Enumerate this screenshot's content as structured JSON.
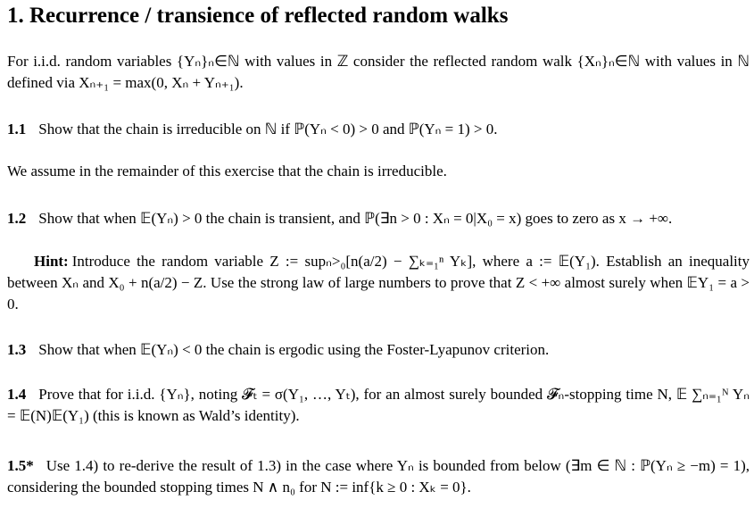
{
  "title": "1. Recurrence / transience of reflected random walks",
  "intro": "For i.i.d. random variables {Yₙ}ₙ∈ℕ with values in ℤ consider the reflected random walk {Xₙ}ₙ∈ℕ with values in ℕ defined via Xₙ₊₁ = max(0, Xₙ + Yₙ₊₁).",
  "items": [
    {
      "num": "1.1",
      "text": "Show that the chain is irreducible on ℕ if ℙ(Yₙ < 0) > 0 and ℙ(Yₙ = 1) > 0."
    },
    {
      "num": "1.2",
      "text": "Show that when 𝔼(Yₙ) > 0 the chain is transient, and ℙ(∃n > 0 : Xₙ = 0|X₀ = x) goes to zero as x → +∞."
    },
    {
      "num": "1.3",
      "text": "Show that when 𝔼(Yₙ) < 0 the chain is ergodic using the Foster-Lyapunov criterion."
    },
    {
      "num": "1.4",
      "text": "Prove that for i.i.d. {Yₙ}, noting 𝓕ₜ = σ(Y₁, …, Yₜ), for an almost surely bounded 𝓕ₙ-stopping time N, 𝔼 ∑ₙ₌₁ᴺ Yₙ = 𝔼(N)𝔼(Y₁) (this is known as Wald’s identity)."
    },
    {
      "num": "1.5*",
      "text": "Use 1.4) to re-derive the result of 1.3) in the case where Yₙ is bounded from below (∃m ∈ ℕ : ℙ(Yₙ ≥ −m) = 1), considering the bounded stopping times N ∧ n₀ for N := inf{k ≥ 0 : Xₖ = 0}."
    }
  ],
  "assume": "We assume in the remainder of this exercise that the chain is irreducible.",
  "hint": {
    "label": "Hint:",
    "text": "Introduce the random variable Z := supₙ>₀[n(a/2) − ∑ₖ₌₁ⁿ Yₖ], where a := 𝔼(Y₁). Establish an inequality between Xₙ and X₀ + n(a/2) − Z. Use the strong law of large numbers to prove that Z < +∞ almost surely when 𝔼Y₁ = a > 0."
  }
}
